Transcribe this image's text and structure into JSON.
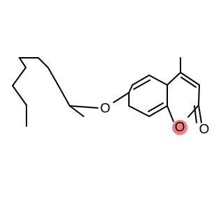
{
  "molecule": {
    "atoms": {
      "ether_oxygen": "O",
      "ring_oxygen": "O",
      "carbonyl_oxygen": "O"
    },
    "colors": {
      "bond": "#000000",
      "atom_highlight": "#f08080",
      "background": "#ffffff"
    }
  }
}
